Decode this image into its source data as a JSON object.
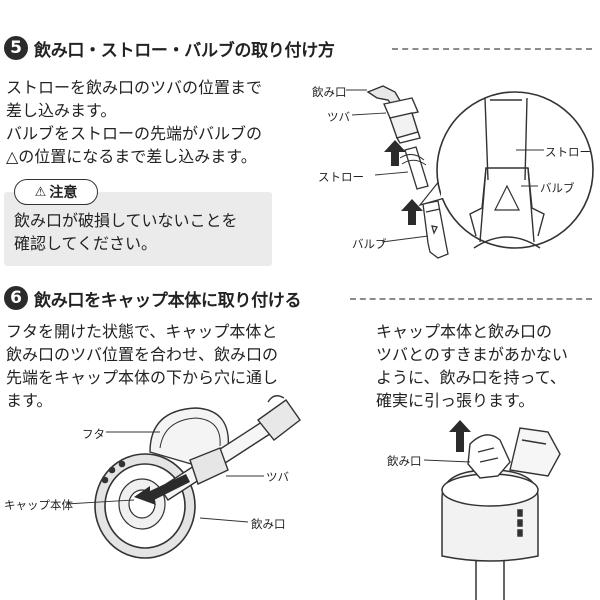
{
  "section5": {
    "number": "5",
    "title": "飲み口・ストロー・バルブの取り付け方",
    "lines": [
      "ストローを飲み口のツバの位置まで",
      "差し込みます。",
      "バルブをストローの先端がバルブの",
      "△の位置になるまで差し込みます。"
    ],
    "caution": {
      "title": "注意",
      "lines": [
        "飲み口が破損していないことを",
        "確認してください。"
      ]
    },
    "labels": {
      "mouthpiece": "飲み口",
      "flange": "ツバ",
      "straw": "ストロー",
      "valve": "バルブ",
      "zoom_straw": "ストロー",
      "zoom_valve": "バルブ"
    }
  },
  "section6": {
    "number": "6",
    "title": "飲み口をキャップ本体に取り付ける",
    "left_lines": [
      "フタを開けた状態で、キャップ本体と",
      "飲み口のツバ位置を合わせ、飲み口の",
      "先端をキャップ本体の下から穴に通し",
      "ます。"
    ],
    "right_lines": [
      "キャップ本体と飲み口の",
      "ツバとのすきまがあかない",
      "ように、飲み口を持って、",
      "確実に引っ張ります。"
    ],
    "labels": {
      "lid": "フタ",
      "flange": "ツバ",
      "cap_body": "キャップ本体",
      "mouthpiece": "飲み口",
      "right_mouthpiece": "飲み口"
    }
  }
}
